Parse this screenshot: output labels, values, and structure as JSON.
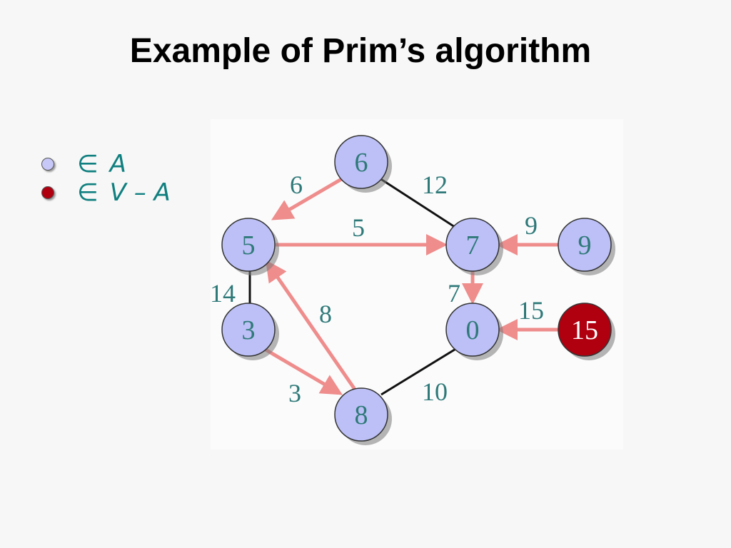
{
  "title": "Example of Prim’s algorithm",
  "legend": [
    {
      "symbol": "∈",
      "label": "A",
      "color": "#c8c8f8"
    },
    {
      "symbol": "∈",
      "label": "V – A",
      "color": "#b00010"
    }
  ],
  "colors": {
    "in_tree": "#bcc0f6",
    "not_in_tree": "#b00010",
    "tree_edge": "#ef8c8c",
    "plain_edge": "#111111",
    "label_teal": "#2f7979"
  },
  "nodes": [
    {
      "id": "n6",
      "label": "6",
      "state": "A"
    },
    {
      "id": "n5",
      "label": "5",
      "state": "A"
    },
    {
      "id": "n7",
      "label": "7",
      "state": "A"
    },
    {
      "id": "n9",
      "label": "9",
      "state": "A"
    },
    {
      "id": "n3",
      "label": "3",
      "state": "A"
    },
    {
      "id": "n0",
      "label": "0",
      "state": "A"
    },
    {
      "id": "n15",
      "label": "15",
      "state": "V-A"
    },
    {
      "id": "n8",
      "label": "8",
      "state": "A"
    }
  ],
  "edges": [
    {
      "from": "n6",
      "to": "n5",
      "weight": "6",
      "type": "tree"
    },
    {
      "from": "n6",
      "to": "n7",
      "weight": "12",
      "type": "plain"
    },
    {
      "from": "n5",
      "to": "n7",
      "weight": "5",
      "type": "tree"
    },
    {
      "from": "n9",
      "to": "n7",
      "weight": "9",
      "type": "tree"
    },
    {
      "from": "n5",
      "to": "n3",
      "weight": "14",
      "type": "plain"
    },
    {
      "from": "n8",
      "to": "n5",
      "weight": "8",
      "type": "tree"
    },
    {
      "from": "n7",
      "to": "n0",
      "weight": "7",
      "type": "tree"
    },
    {
      "from": "n15",
      "to": "n0",
      "weight": "15",
      "type": "tree"
    },
    {
      "from": "n3",
      "to": "n8",
      "weight": "3",
      "type": "tree"
    },
    {
      "from": "n8",
      "to": "n0",
      "weight": "10",
      "type": "plain"
    }
  ]
}
